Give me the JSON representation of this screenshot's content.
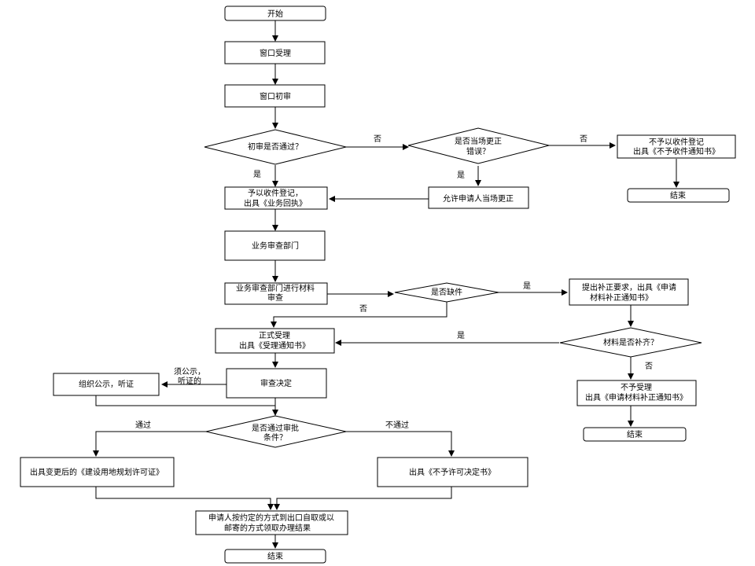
{
  "nodes": {
    "start": "开始",
    "window_accept": "窗口受理",
    "window_review": "窗口初审",
    "review_passed_1": "初审是否通过？",
    "fix_on_site_1": "是否当场更正",
    "fix_on_site_2": "错误？",
    "reject_reg_1": "不予以收件登记",
    "reject_reg_2": "出具《不予收件通知书》",
    "end_top_right": "结束",
    "accept_reg_1": "予以收件登记，",
    "accept_reg_2": "出具《业务回执》",
    "allow_fix": "允许申请人当场更正",
    "dept": "业务审查部门",
    "dept_review_1": "业务审查部门进行材料",
    "dept_review_2": "审查",
    "missing_docs": "是否缺件",
    "request_docs_1": "提出补正要求，出具《申请",
    "request_docs_2": "材料补正通知书》",
    "formal_accept_1": "正式受理",
    "formal_accept_2": "出具《受理通知书》",
    "docs_complete": "材料是否补齐？",
    "not_accept_1": "不予受理",
    "not_accept_2": "出具《申请材料补正通知书》",
    "end_mid_right": "结束",
    "decision": "审查决定",
    "public_notice": "组织公示，听证",
    "approval_1": "是否通过审批",
    "approval_2": "条件？",
    "issue_permit": "出具变更后的《建设用地规划许可证》",
    "issue_reject": "出具《不予许可决定书》",
    "collect_1": "申请人按约定的方式到出口自取或以",
    "collect_2": "邮寄的方式领取办理结果",
    "end_bottom": "结束"
  },
  "labels": {
    "no_1": "否",
    "no_2": "否",
    "yes_1": "是",
    "yes_2": "是",
    "yes_3": "是",
    "no_3": "否",
    "yes_4": "是",
    "no_4": "否",
    "notice_1": "须公示，",
    "notice_2": "听证的",
    "pass": "通过",
    "fail": "不通过"
  }
}
